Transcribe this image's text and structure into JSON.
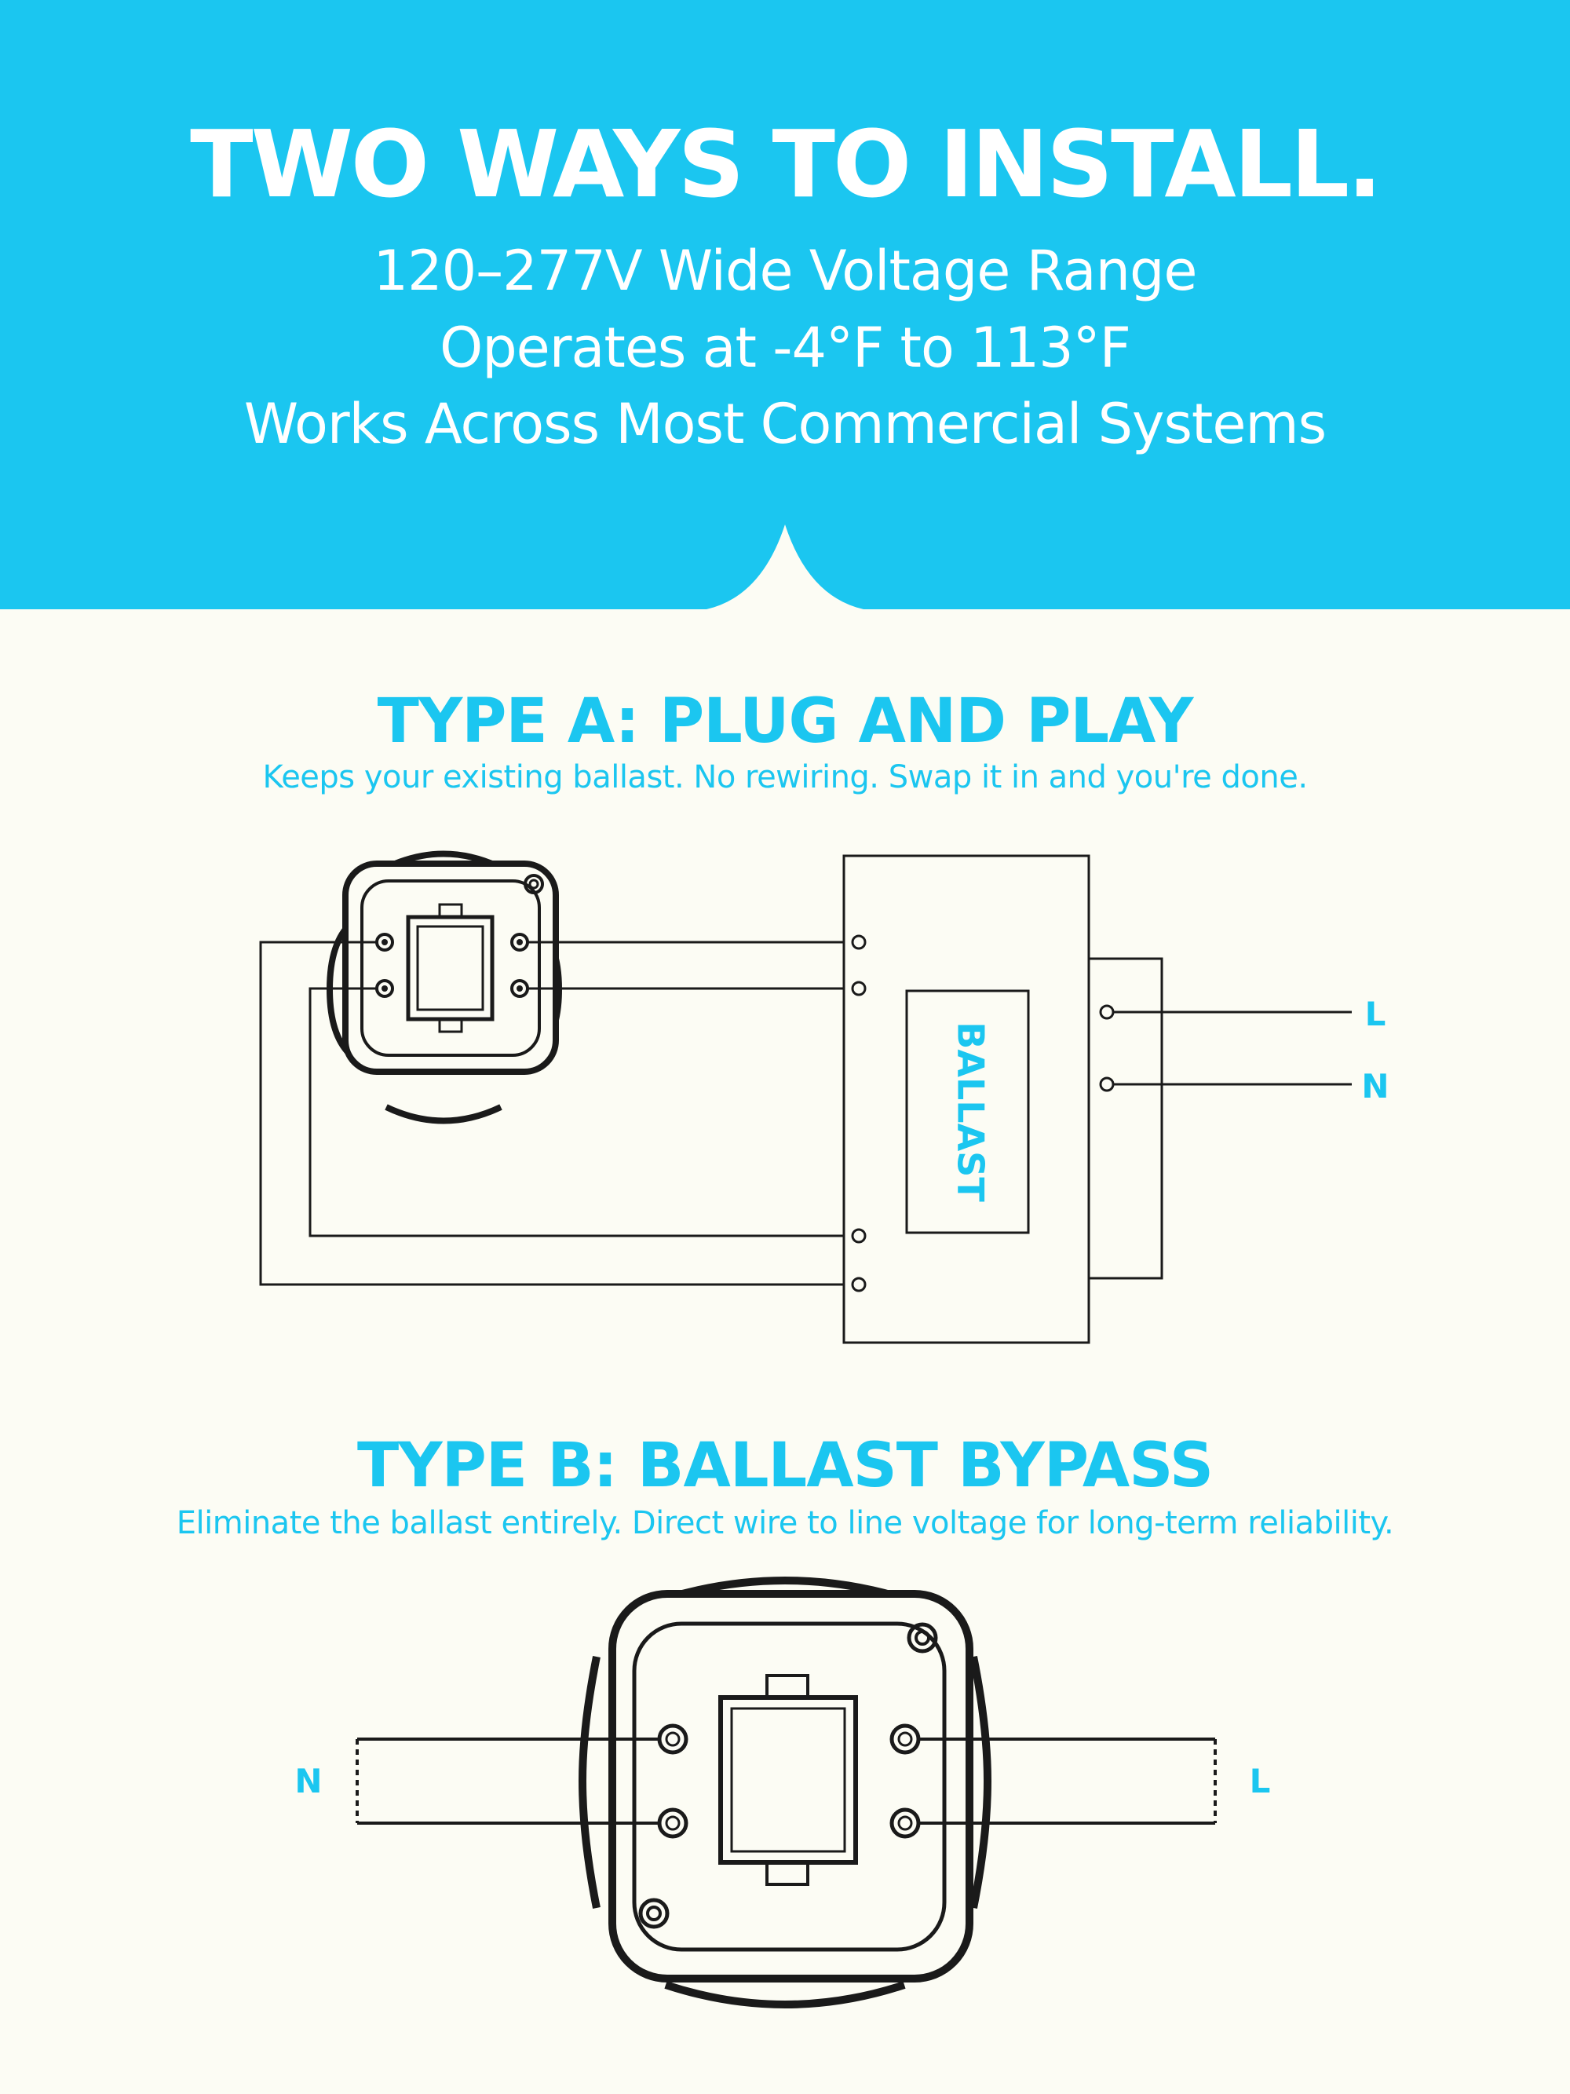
{
  "header": {
    "headline": "TWO WAYS TO INSTALL.",
    "specs": [
      "120–277V Wide Voltage Range",
      "Operates at -4°F to 113°F",
      "Works Across Most Commercial Systems"
    ]
  },
  "type_a": {
    "title": "TYPE A: PLUG AND PLAY",
    "description": "Keeps your existing ballast. No rewiring. Swap it in and you're done.",
    "ballast_label": "BALLAST",
    "line_label": "L",
    "neutral_label": "N"
  },
  "type_b": {
    "title": "TYPE B: BALLAST BYPASS",
    "description": "Eliminate the ballast entirely. Direct wire to line voltage for long-term reliability.",
    "left_label": "N",
    "right_label": "L"
  },
  "colors": {
    "accent": "#1bc6f0",
    "background": "#fcfcf4",
    "line": "#1a1a1a"
  }
}
